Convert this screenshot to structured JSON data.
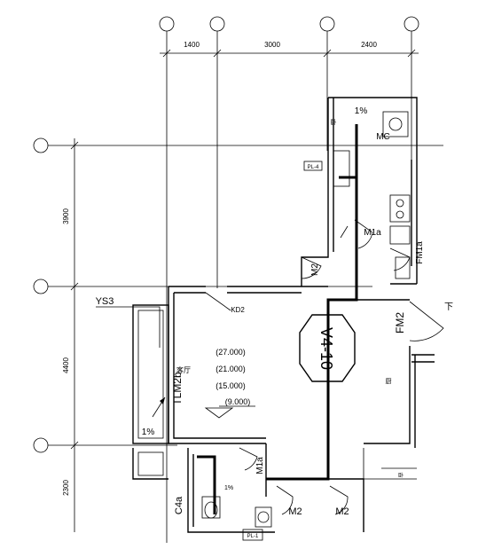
{
  "grid": {
    "top_axes": [
      "",
      "",
      "",
      ""
    ],
    "left_axes": [
      "",
      "",
      ""
    ]
  },
  "dimensions": {
    "top": [
      "1400",
      "3000",
      "2400"
    ],
    "left": [
      "3900",
      "4400",
      "2300"
    ]
  },
  "labels": {
    "ys3": "YS3",
    "kd2": "KD2",
    "tlm2b": "TLM2b",
    "fm2": "FM2",
    "fm1a": "FM1a",
    "m2_upper": "M2",
    "m1a_kitchen": "M1a",
    "m1a_bath": "M1a",
    "m2_lower_left": "M2",
    "m2_lower_right": "M2",
    "mc": "MC",
    "c4a": "C4a",
    "down": "下",
    "slope_upper": "1%",
    "slope_left": "1%",
    "slope_bath": "1%",
    "room_main": "客厅",
    "room_bedroom": "卧",
    "room_right": "厨",
    "room_corner": "卧",
    "box_bl": "PL-1",
    "box_left": "PL-4"
  },
  "elevations": [
    "(27.000)",
    "(21.000)",
    "(15.000)",
    "(9.000)"
  ],
  "unit_tag": "V4-10"
}
